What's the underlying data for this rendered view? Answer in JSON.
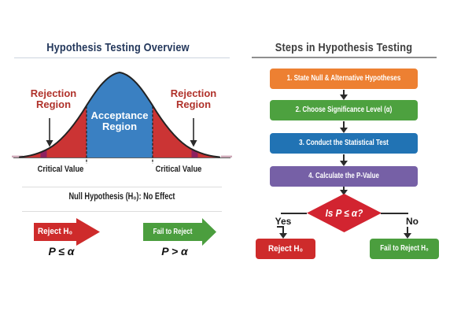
{
  "left": {
    "title": "Hypothesis Testing Overview",
    "curve": {
      "rejection_line1": "Rejection",
      "rejection_line2": "Region",
      "acceptance_line1": "Acceptance",
      "acceptance_line2": "Region",
      "critical_value_left": "Critical Value",
      "critical_value_right": "Critical Value"
    },
    "null_hypothesis": "Null Hypothesis (H₀): No Effect",
    "reject": {
      "label": "Reject H₀",
      "condition": "P ≤ α"
    },
    "fail": {
      "label": "Fail to Reject H₀",
      "condition": "P > α"
    }
  },
  "right": {
    "title": "Steps in Hypothesis Testing",
    "steps": [
      {
        "label": "1. State Null & Alternative Hypotheses"
      },
      {
        "label": "2. Choose Significance Level (α)"
      },
      {
        "label": "3. Conduct the Statistical Test"
      },
      {
        "label": "4. Calculate the P-Value"
      }
    ],
    "decision": {
      "label": "Is P ≤ α?"
    },
    "yes_label": "Yes",
    "no_label": "No",
    "outcomes": {
      "reject": "Reject H₀",
      "fail": "Fail to Reject H₀"
    }
  },
  "colors": {
    "left_title": "#24385C",
    "right_title": "#3E3E3E",
    "curve_red": "#CB3434",
    "curve_blue": "#3A80C2",
    "curve_outline": "#222222",
    "tail_band": "#8E2160",
    "tail_fade": "#A8647F",
    "rejection_text": "#B0322B",
    "step1_orange": "#ED8032",
    "step2_green": "#4DA13F",
    "step3_blue": "#2173B4",
    "step4_purple": "#7660A6",
    "diamond_red": "#D22430",
    "reject_red": "#CE2B2B",
    "fail_green": "#4B9E3E",
    "connector": "#2B2B2B",
    "divider_light": "#CDD5DF",
    "divider_mid": "#DDDDDD",
    "divider_dark": "#8F8F8F",
    "text_dark": "#1F1F1F"
  }
}
